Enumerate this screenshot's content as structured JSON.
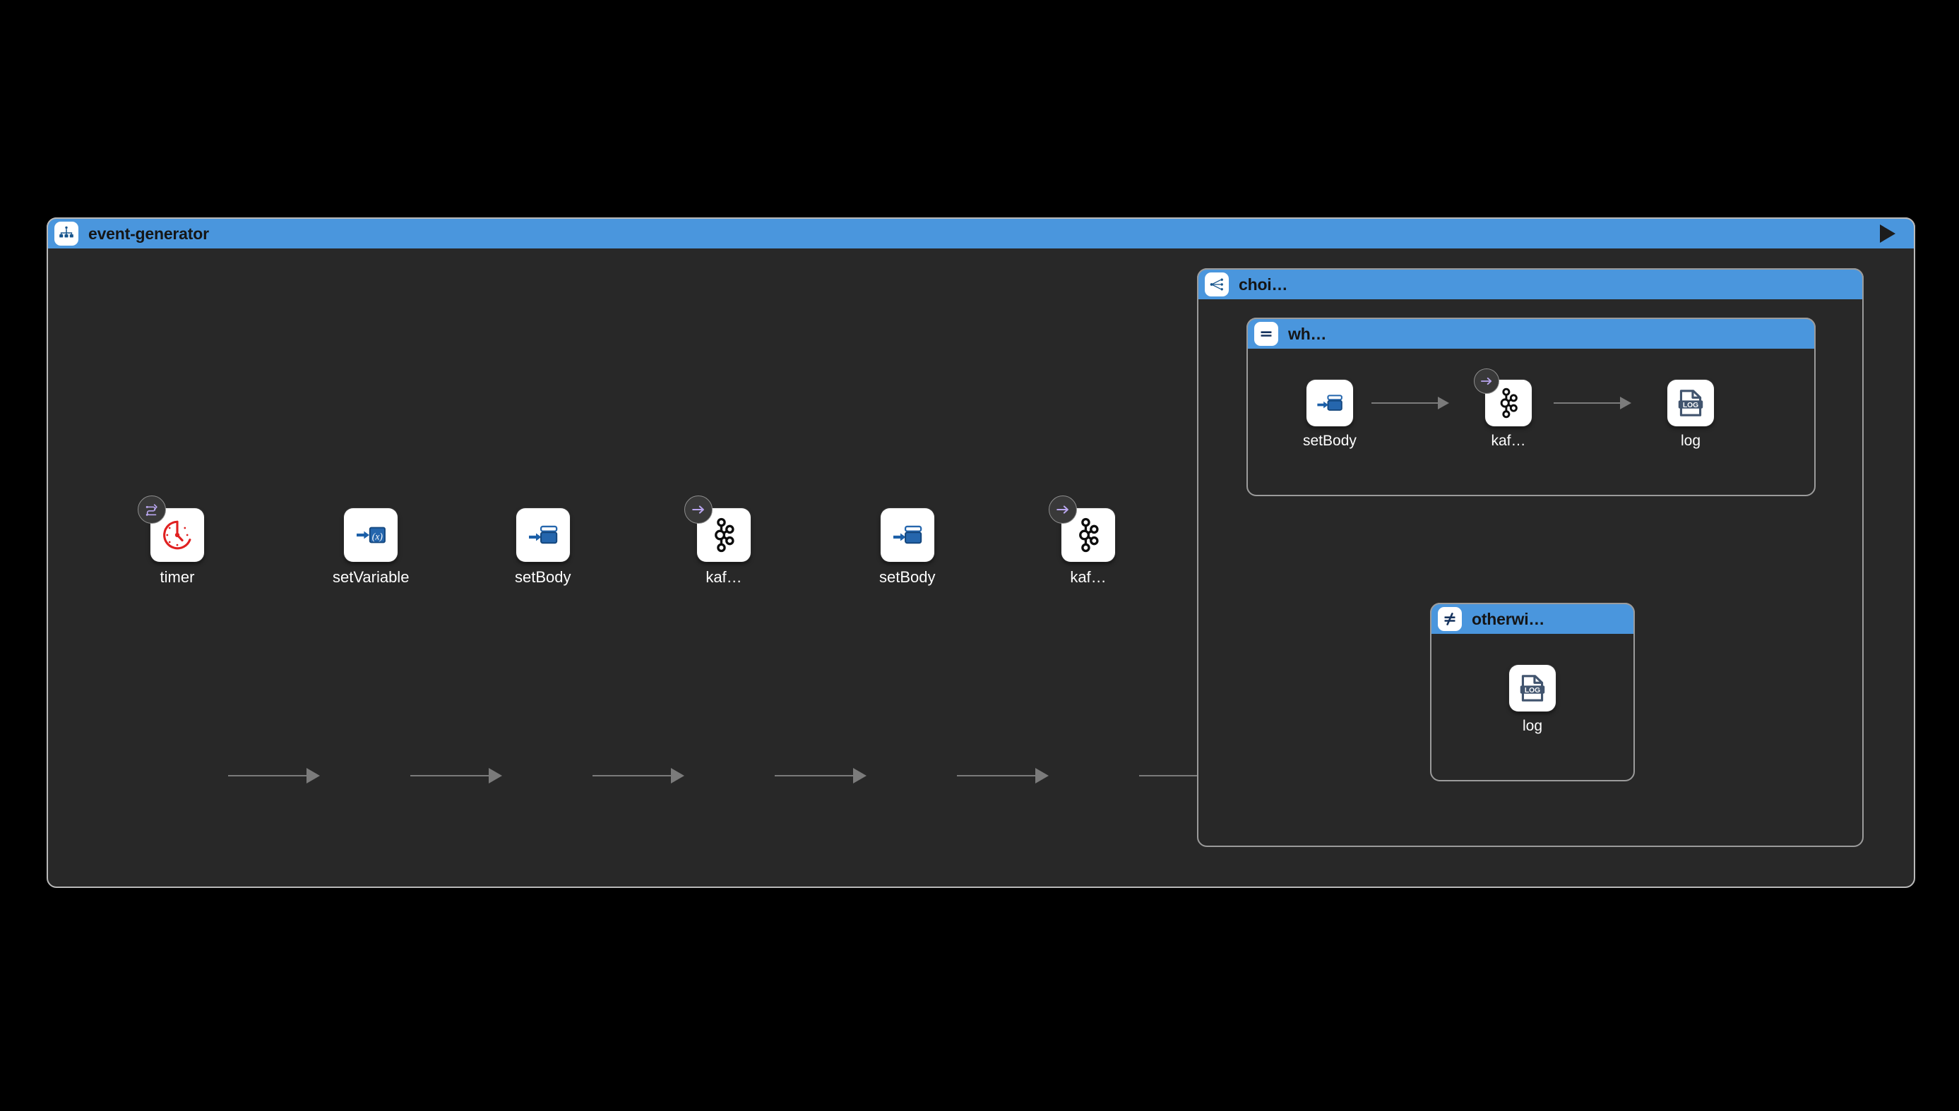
{
  "canvas": {
    "background_color": "#000000",
    "surface_color": "#282828",
    "header_color": "#4a96dd",
    "border_color": "#b9b9b9",
    "connector_color": "#7b7b7b",
    "label_color": "#ffffff"
  },
  "route": {
    "title": "event-generator",
    "icon": "route-hierarchy-icon",
    "play_button": "run-icon",
    "steps": [
      {
        "label": "timer",
        "icon": "timer-clock-icon",
        "badge": "route-flow-badge-icon"
      },
      {
        "label": "setVariable",
        "icon": "set-variable-icon",
        "badge": null
      },
      {
        "label": "setBody",
        "icon": "set-body-icon",
        "badge": null
      },
      {
        "label": "kaf…",
        "icon": "kafka-icon",
        "badge": "arrow-right-badge-icon"
      },
      {
        "label": "setBody",
        "icon": "set-body-icon",
        "badge": null
      },
      {
        "label": "kaf…",
        "icon": "kafka-icon",
        "badge": "arrow-right-badge-icon"
      }
    ]
  },
  "choice": {
    "title": "choi…",
    "icon": "choice-branch-icon",
    "branches": [
      {
        "title": "wh…",
        "icon": "when-equals-icon",
        "steps": [
          {
            "label": "setBody",
            "icon": "set-body-icon",
            "badge": null
          },
          {
            "label": "kaf…",
            "icon": "kafka-icon",
            "badge": "arrow-right-badge-icon"
          },
          {
            "label": "log",
            "icon": "log-file-icon",
            "badge": null
          }
        ]
      },
      {
        "title": "otherwi…",
        "icon": "otherwise-not-equals-icon",
        "steps": [
          {
            "label": "log",
            "icon": "log-file-icon",
            "badge": null
          }
        ]
      }
    ]
  }
}
